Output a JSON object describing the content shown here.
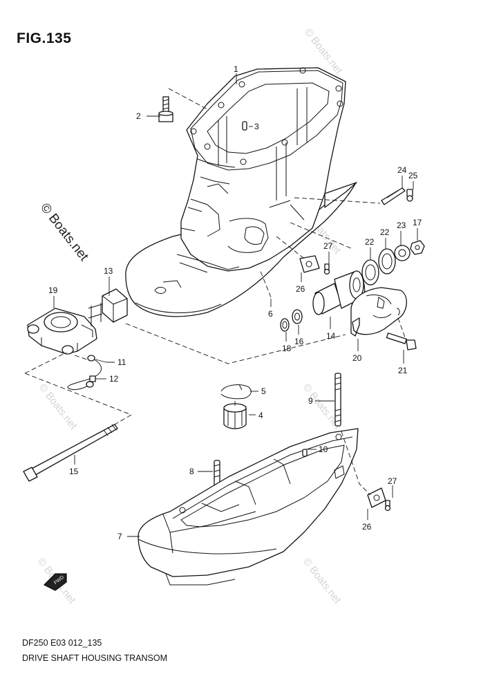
{
  "figure": {
    "title": "FIG.135",
    "model_code": "DF250 E03 012_135",
    "name": "DRIVE SHAFT HOUSING TRANSOM"
  },
  "watermark": {
    "text": "© Boats.net",
    "color": "#d4d4d4",
    "strong_color": "#222222"
  },
  "direction_badge": {
    "label": "FWD",
    "icon": "arrow-left-icon"
  },
  "callouts": [
    {
      "id": "c1",
      "label": "1"
    },
    {
      "id": "c2",
      "label": "2"
    },
    {
      "id": "c3",
      "label": "3"
    },
    {
      "id": "c4",
      "label": "4"
    },
    {
      "id": "c5",
      "label": "5"
    },
    {
      "id": "c6",
      "label": "6"
    },
    {
      "id": "c7",
      "label": "7"
    },
    {
      "id": "c8",
      "label": "8"
    },
    {
      "id": "c9",
      "label": "9"
    },
    {
      "id": "c10",
      "label": "10"
    },
    {
      "id": "c11",
      "label": "11"
    },
    {
      "id": "c12",
      "label": "12"
    },
    {
      "id": "c13",
      "label": "13"
    },
    {
      "id": "c14",
      "label": "14"
    },
    {
      "id": "c15",
      "label": "15"
    },
    {
      "id": "c16",
      "label": "16"
    },
    {
      "id": "c17",
      "label": "17"
    },
    {
      "id": "c18",
      "label": "18"
    },
    {
      "id": "c19",
      "label": "19"
    },
    {
      "id": "c20",
      "label": "20"
    },
    {
      "id": "c21",
      "label": "21"
    },
    {
      "id": "c22a",
      "label": "22"
    },
    {
      "id": "c22b",
      "label": "22"
    },
    {
      "id": "c23",
      "label": "23"
    },
    {
      "id": "c24",
      "label": "24"
    },
    {
      "id": "c25",
      "label": "25"
    },
    {
      "id": "c26a",
      "label": "26"
    },
    {
      "id": "c26b",
      "label": "26"
    },
    {
      "id": "c27a",
      "label": "27"
    },
    {
      "id": "c27b",
      "label": "27"
    }
  ]
}
